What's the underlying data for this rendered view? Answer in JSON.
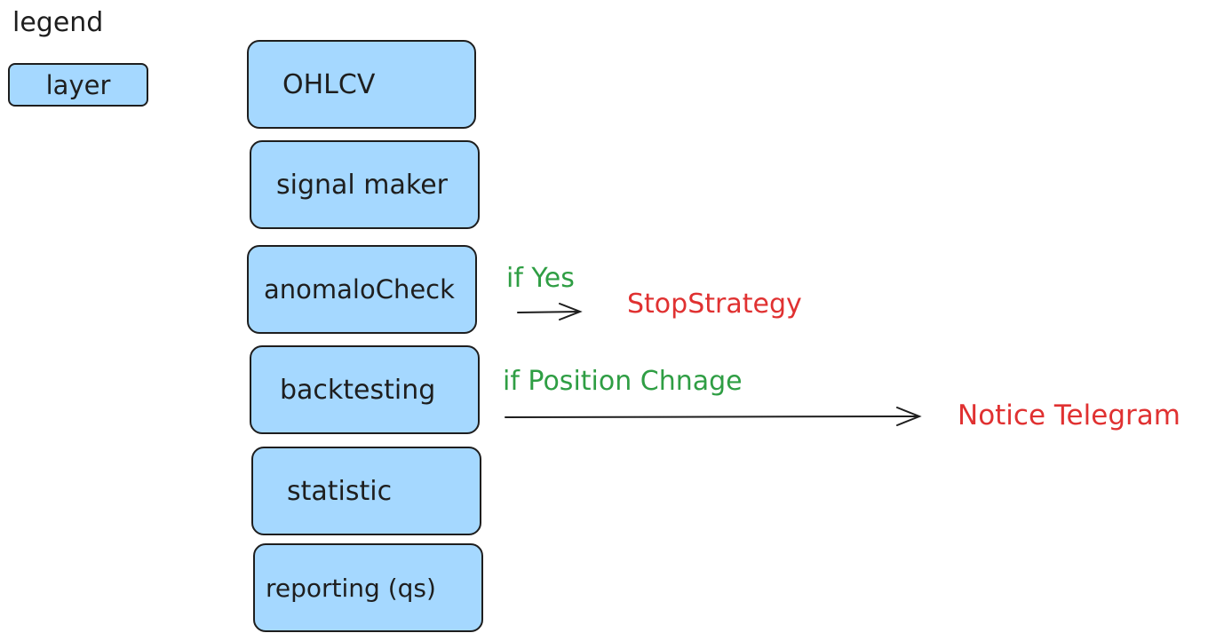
{
  "legend": {
    "title": "legend",
    "item_label": "layer"
  },
  "layers": [
    "OHLCV",
    "signal maker",
    "anomaloCheck",
    "backtesting",
    "statistic",
    "reporting (qs)"
  ],
  "branches": [
    {
      "condition": "if Yes",
      "target": "StopStrategy"
    },
    {
      "condition": "if Position Chnage",
      "target": "Notice Telegram"
    }
  ],
  "colors": {
    "layer_fill": "#a5d8ff",
    "stroke": "#1e1e1e",
    "condition": "#2f9e44",
    "target": "#e03131"
  }
}
